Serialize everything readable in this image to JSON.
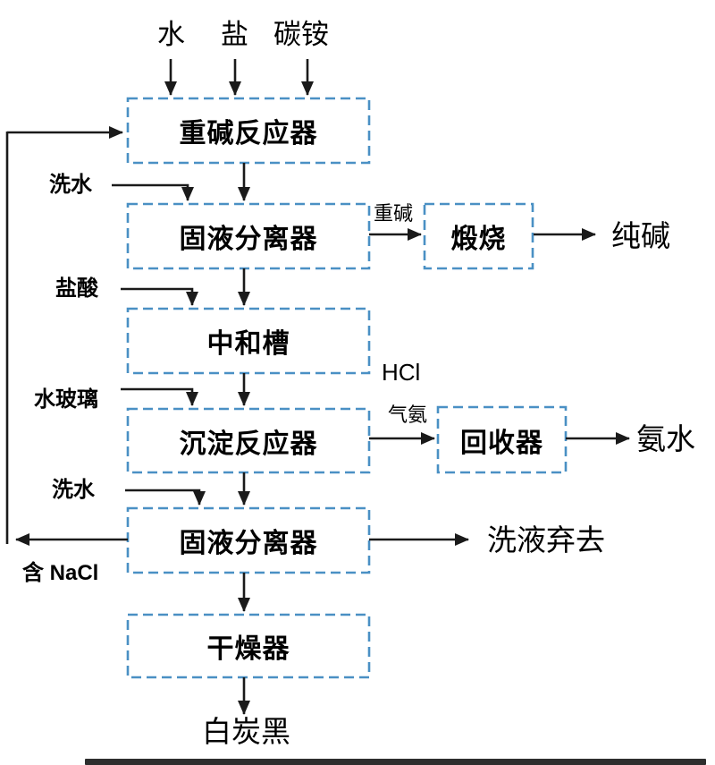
{
  "colors": {
    "box_border": "#4a90c4",
    "arrow": "#1a1a1a",
    "text": "#000000",
    "footer_bar": "#2e2e2e"
  },
  "top_inputs": [
    {
      "label": "水"
    },
    {
      "label": "盐"
    },
    {
      "label": "碳铵"
    }
  ],
  "process_boxes": [
    {
      "id": "heavy-alkali-reactor",
      "label": "重碱反应器"
    },
    {
      "id": "solid-liquid-separator-1",
      "label": "固液分离器"
    },
    {
      "id": "neutralization-tank",
      "label": "中和槽"
    },
    {
      "id": "precipitation-reactor",
      "label": "沉淀反应器"
    },
    {
      "id": "solid-liquid-separator-2",
      "label": "固液分离器"
    },
    {
      "id": "dryer",
      "label": "干燥器"
    },
    {
      "id": "calcination",
      "label": "煅烧"
    },
    {
      "id": "recovery-unit",
      "label": "回收器"
    }
  ],
  "side_inputs": [
    {
      "label": "洗水"
    },
    {
      "label": "盐酸"
    },
    {
      "label": "水玻璃"
    },
    {
      "label": "洗水"
    }
  ],
  "stream_labels": [
    {
      "id": "heavy-alkali-stream",
      "label": "重碱"
    },
    {
      "id": "hcl-stream",
      "label": "HCl"
    },
    {
      "id": "ammonia-gas-stream",
      "label": "气氨"
    },
    {
      "id": "contains-nacl-stream",
      "label": "含 NaCl"
    }
  ],
  "outputs": [
    {
      "id": "soda-ash",
      "label": "纯碱"
    },
    {
      "id": "ammonia-water",
      "label": "氨水"
    },
    {
      "id": "wash-liquid-discard",
      "label": "洗液弃去"
    },
    {
      "id": "white-carbon-black",
      "label": "白炭黑"
    }
  ]
}
